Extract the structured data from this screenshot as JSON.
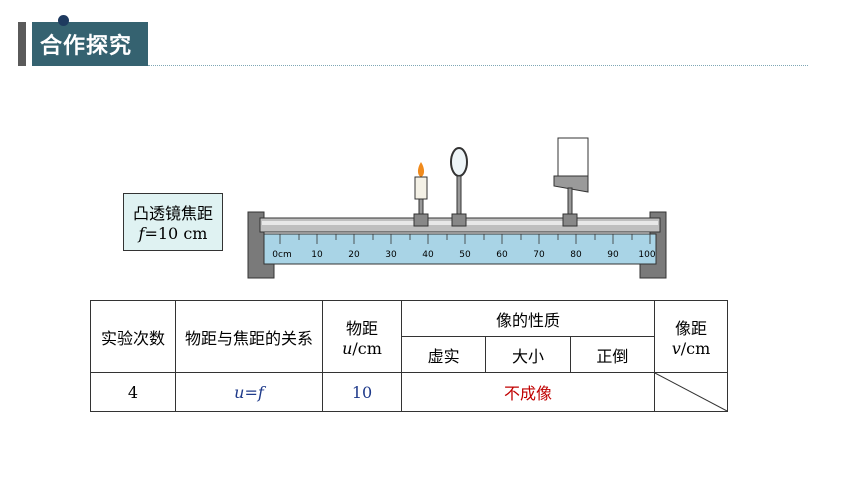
{
  "header": {
    "title": "合作探究"
  },
  "focal_box": {
    "title": "凸透镜焦距",
    "value": "f=10 cm"
  },
  "ruler": {
    "ticks": [
      "0cm",
      "10",
      "20",
      "30",
      "40",
      "50",
      "60",
      "70",
      "80",
      "90",
      "100"
    ]
  },
  "table": {
    "headers": {
      "trial": "实验次数",
      "relation": "物距与焦距的关系",
      "object_distance": "物距",
      "object_distance_unit": "u/cm",
      "image_nature": "像的性质",
      "virtual_real": "虚实",
      "size": "大小",
      "orientation": "正倒",
      "image_distance": "像距",
      "image_distance_unit": "v/cm"
    },
    "rows": [
      {
        "trial": "4",
        "relation": "u=f",
        "object_distance": "10",
        "result": "不成像"
      }
    ]
  }
}
